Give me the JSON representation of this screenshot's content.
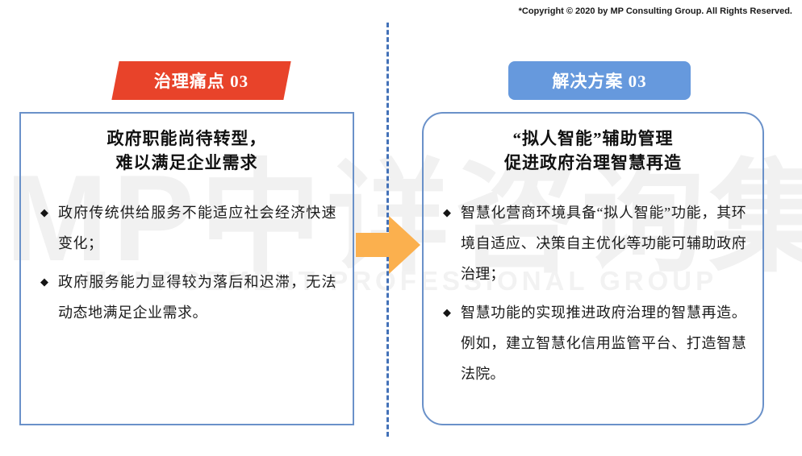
{
  "copyright": "*Copyright © 2020 by MP Consulting Group. All Rights Reserved.",
  "watermark": {
    "big": "MP中详咨询集团",
    "sub": "MANAGEMENT PROFESSIONAL GROUP"
  },
  "colors": {
    "badge_left_bg": "#e8432a",
    "badge_right_bg": "#6699dd",
    "panel_border": "#6a91c9",
    "divider": "#4472b8",
    "arrow": "#fbb košice"
  },
  "left": {
    "badge_label": "治理痛点  03",
    "heading_line1": "政府职能尚待转型，",
    "heading_line2": "难以满足企业需求",
    "bullet_marker": "◆",
    "bullets": [
      "政府传统供给服务不能适应社会经济快速变化；",
      "政府服务能力显得较为落后和迟滞，无法动态地满足企业需求。"
    ]
  },
  "right": {
    "badge_label": "解决方案  03",
    "heading_line1": "“拟人智能”辅助管理",
    "heading_line2": "促进政府治理智慧再造",
    "bullet_marker": "◆",
    "bullets": [
      "智慧化营商环境具备“拟人智能”功能，其环境自适应、决策自主优化等功能可辅助政府治理；",
      "智慧功能的实现推进政府治理的智慧再造。例如，建立智慧化信用监管平台、打造智慧法院。"
    ]
  },
  "arrow": {
    "name": "right-arrow",
    "color": "#f9b css"
  }
}
